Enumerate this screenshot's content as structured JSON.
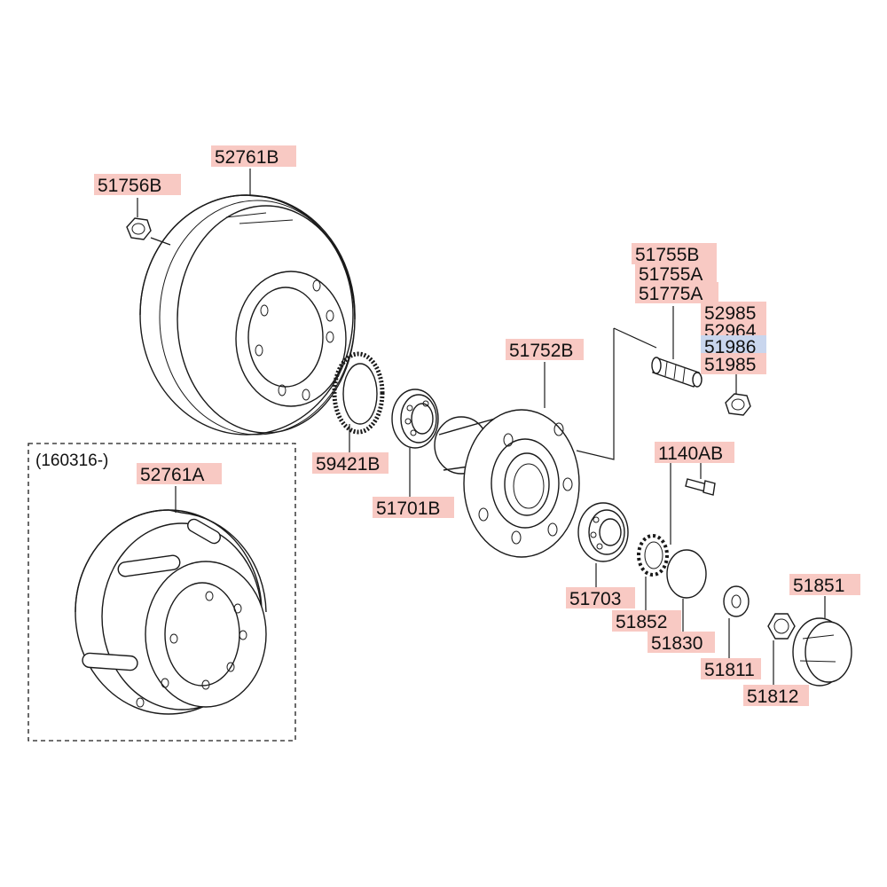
{
  "colors": {
    "label_bg": "#f8c9c3",
    "label_selected_bg": "#c9d6ee",
    "line": "#1a1a1a",
    "background": "#ffffff"
  },
  "note": "(160316-)",
  "labels": {
    "brake_drum_b": "52761B",
    "drum_nut": "51756B",
    "brake_drum_a": "52761A",
    "tone_wheel": "59421B",
    "inner_bearing": "51701B",
    "hub": "51752B",
    "hub_bolt_1": "51755B",
    "hub_bolt_2": "51755A",
    "hub_bolt_3": "51775A",
    "nut_1": "52985",
    "nut_2": "52964",
    "nut_3": "51986",
    "nut_4": "51985",
    "bolt": "1140AB",
    "outer_bearing": "51703",
    "retainer": "51852",
    "o_ring": "51830",
    "washer": "51811",
    "lock_nut": "51812",
    "hub_cap": "51851"
  },
  "selected_label": "nut_3"
}
